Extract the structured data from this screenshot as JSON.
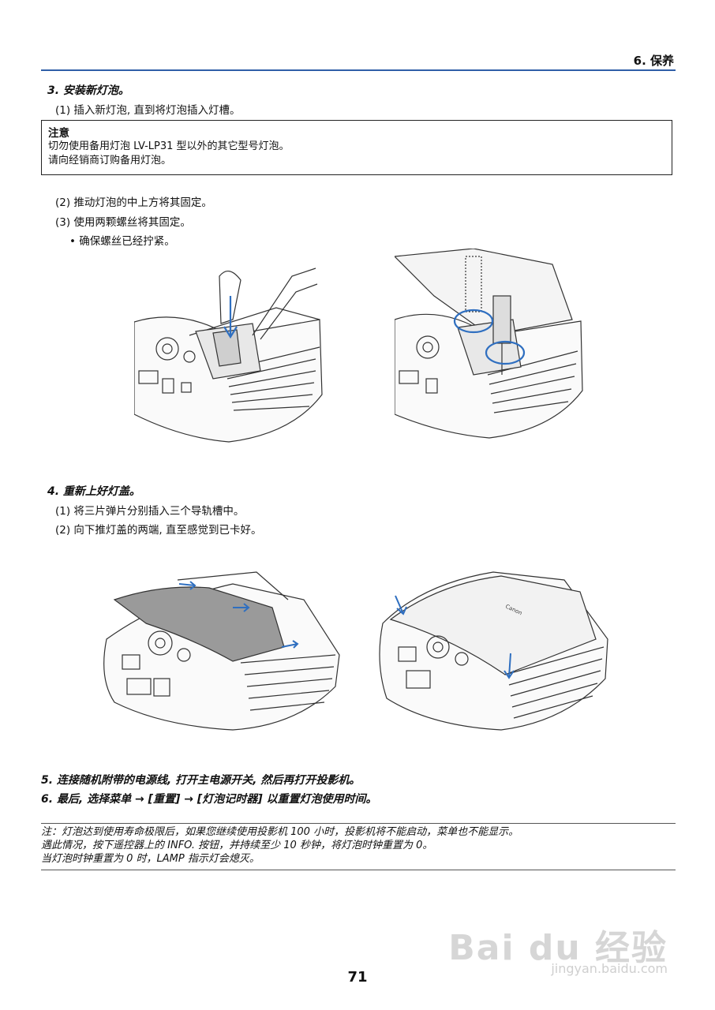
{
  "header": {
    "section": "6. 保养"
  },
  "step3": {
    "title": "3. 安装新灯泡。",
    "sub1": "(1) 插入新灯泡, 直到将灯泡插入灯槽。"
  },
  "caution": {
    "title": "注意",
    "line1": "切勿使用备用灯泡 LV-LP31 型以外的其它型号灯泡。",
    "line2": "请向经销商订购备用灯泡。"
  },
  "step3b": {
    "sub2": "(2) 推动灯泡的中上方将其固定。",
    "sub3": "(3) 使用两颗螺丝将其固定。",
    "bullet": "• 确保螺丝已经拧紧。"
  },
  "step4": {
    "title": "4. 重新上好灯盖。",
    "sub1": "(1) 将三片弹片分别插入三个导轨槽中。",
    "sub2": "(2) 向下推灯盖的两端, 直至感觉到已卡好。"
  },
  "step5": {
    "title": "5. 连接随机附带的电源线, 打开主电源开关, 然后再打开投影机。"
  },
  "step6": {
    "title": "6. 最后, 选择菜单 → [重置] → [灯泡记时器] 以重置灯泡使用时间。"
  },
  "note": {
    "line1": "注：灯泡达到使用寿命极限后，如果您继续使用投影机 100 小时，投影机将不能启动，菜单也不能显示。",
    "line2": "遇此情况，按下遥控器上的 INFO. 按钮，并持续至少 10 秒钟，将灯泡时钟重置为 0。",
    "line3": "当灯泡时钟重置为 0 时，LAMP 指示灯会熄灭。"
  },
  "page_number": "71",
  "watermark": {
    "main": "Bai du 经验",
    "url": "jingyan.baidu.com"
  },
  "figure_brand": "Canon",
  "colors": {
    "accent": "#2f5fa8",
    "arrow": "#2f6fc0"
  }
}
